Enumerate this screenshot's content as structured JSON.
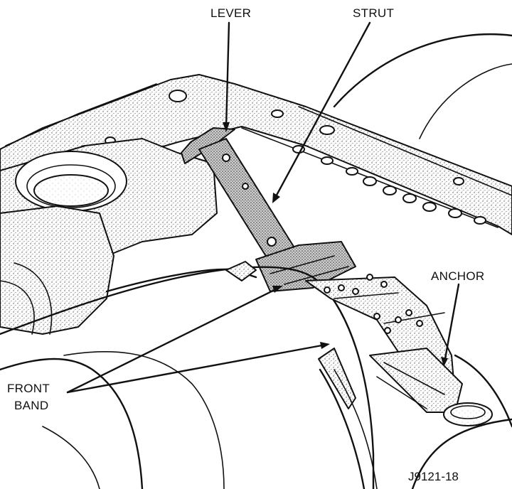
{
  "labels": {
    "lever": "LEVER",
    "strut": "STRUT",
    "anchor": "ANCHOR",
    "front_band_line1": "FRONT",
    "front_band_line2": "BAND"
  },
  "figure_id": "J9121-18",
  "colors": {
    "ink": "#111111",
    "stipple": "#8a8a8a",
    "paper": "#ffffff"
  }
}
